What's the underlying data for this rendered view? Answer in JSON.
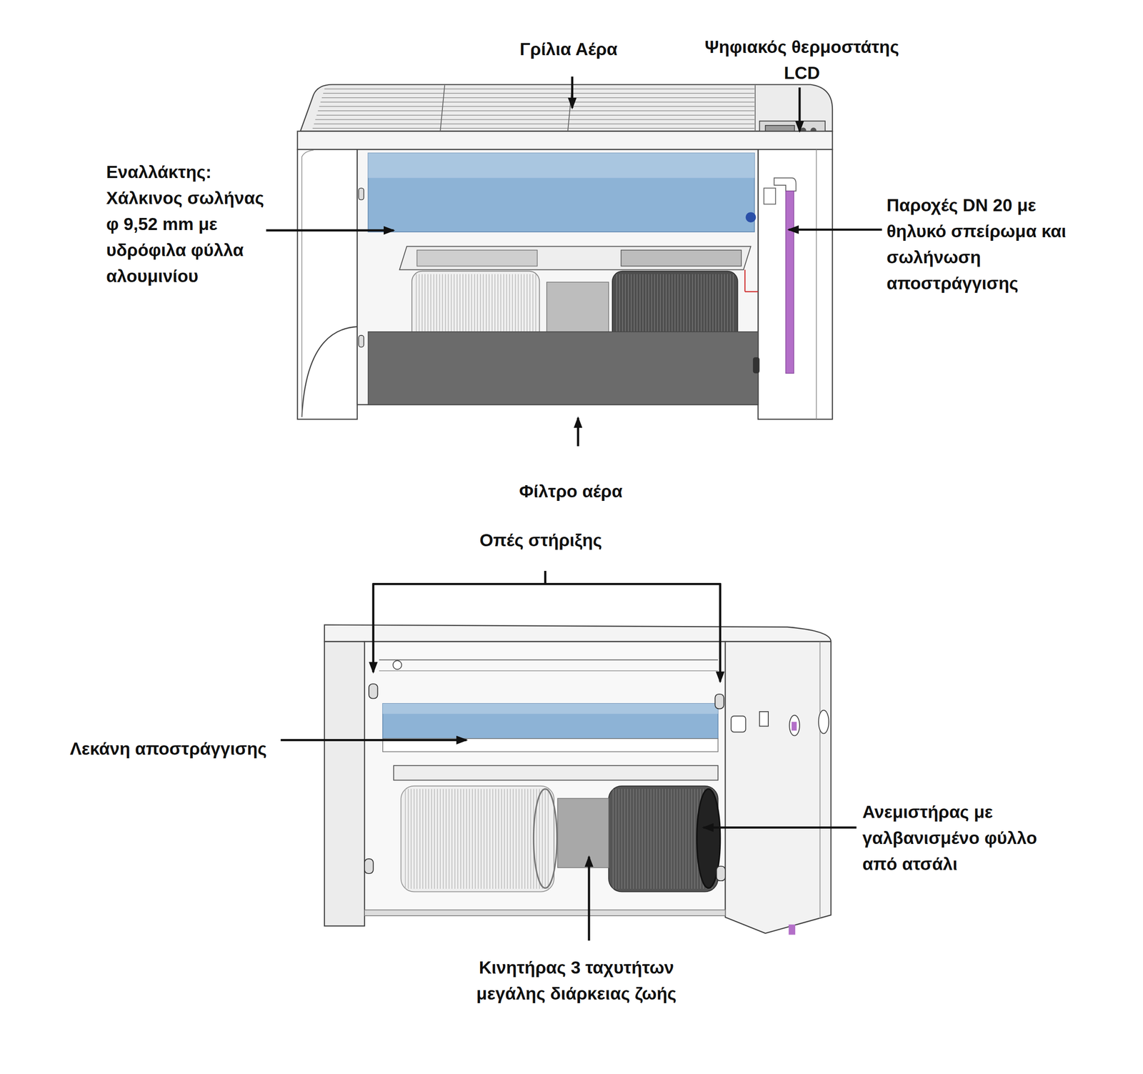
{
  "diagram": {
    "labels": [
      "Γρίλια Αέρα",
      "Ψηφιακός θερμοστάτης LCD",
      "Εναλλάκτης: Χάλκινος σωλήνας φ 9,52 mm με υδρόφιλα φύλλα αλουμινίου",
      "Παροχές DN 20 με θηλυκό σπείρωμα και σωλήνωση αποστράγγισης",
      "Φίλτρο αέρα",
      "Οπές στήριξης",
      "Λεκάνη αποστράγγισης",
      "Ανεμιστήρας με γαλβανισμένο φύλλο από ατσάλι",
      "Κινητήρας 3 ταχυτήτων μεγάλης διάρκειας ζωής"
    ]
  }
}
